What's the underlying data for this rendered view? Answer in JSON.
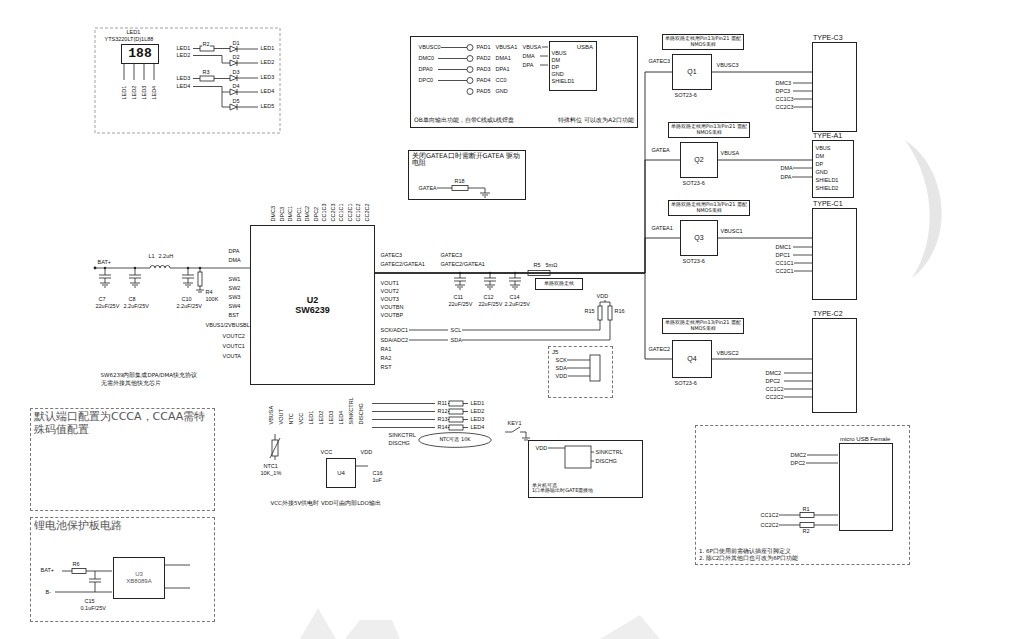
{
  "diagram": {
    "nodes": [
      {
        "text": [
          "188"
        ]
      },
      {
        "text": [
          "OB单向输出功能，自带C线或L线焊盘",
          "特殊料位 可以改为A2口功能"
        ]
      },
      {
        "text": [
          "USBA"
        ],
        "in": 1
      },
      {
        "text": [
          "关闭GATEA口时需断开GATEA 驱动电阻"
        ]
      },
      {
        "text": [
          "U2",
          "SW6239"
        ]
      },
      {
        "text": [
          "单路双路走线用Pin13/Pin21 需配NMOS采样"
        ]
      },
      {
        "text": [
          "Q1"
        ]
      },
      {
        "text": [
          "TYPE-C3"
        ]
      },
      {
        "text": [
          "单路双路走线用Pin13/Pin21 需配NMOS采样"
        ]
      },
      {
        "text": [
          "Q2"
        ]
      },
      {
        "text": [
          "TYPE-A1"
        ]
      },
      {
        "text": [
          "单路双路走线用Pin13/Pin21 需配NMOS采样"
        ]
      },
      {
        "text": [
          "Q3"
        ]
      },
      {
        "text": [
          "TYPE-C1"
        ]
      },
      {
        "text": [
          "单路双路走线用Pin13/Pin21 需配NMOS采样"
        ]
      },
      {
        "text": [
          "Q4"
        ]
      },
      {
        "text": [
          "TYPE-C2"
        ]
      },
      {
        "text": [
          "1. 6P口使用前需确认插座引脚定义",
          "2. 除C2口外其他口也可改为6P口功能"
        ]
      },
      {
        "text": [
          "micro USB Female"
        ],
        "in": 17
      },
      {
        "text": [
          "默认端口配置为CCCA，CCAA需特殊码值配置"
        ]
      },
      {
        "text": [
          "锂电池保护板电路"
        ]
      },
      {
        "text": [
          "U3",
          "XB8089A"
        ],
        "in": 20
      },
      {
        "text": [
          "U4"
        ]
      },
      {
        "text": [
          "J5"
        ]
      },
      {
        "text": [
          "单片机可选",
          "1口单路输出时GATE需接地"
        ]
      },
      {
        "text": [
          "单路双路走线"
        ]
      },
      {
        "text": [
          "NTC可选 10K"
        ]
      }
    ],
    "edges": [
      {
        "from": 4,
        "to": 6,
        "arrow": "none"
      },
      {
        "from": 4,
        "to": 9,
        "arrow": "none"
      },
      {
        "from": 4,
        "to": 12,
        "arrow": "none"
      },
      {
        "from": 4,
        "to": 15,
        "arrow": "none"
      },
      {
        "from": 6,
        "to": 7,
        "arrow": "none"
      },
      {
        "from": 9,
        "to": 10,
        "arrow": "none"
      },
      {
        "from": 12,
        "to": 13,
        "arrow": "none"
      },
      {
        "from": 15,
        "to": 16,
        "arrow": "none"
      }
    ],
    "labels": [
      "LED1",
      "YTS3220LT(D)1L88",
      "LED1",
      "LED2",
      "LED3",
      "LED4",
      "R2",
      "R3",
      "D1",
      "D2",
      "D3",
      "D4",
      "LED1",
      "LED2",
      "LED3",
      "LED4",
      "LED1",
      "LED2",
      "LED3",
      "LED4",
      "D5",
      "LED5",
      "VBUSC0",
      "DMC0",
      "DPA0",
      "DPC0",
      "PAD1",
      "PAD2",
      "PAD3",
      "PAD4",
      "PAD5",
      "VBUSA1",
      "DMA1",
      "DPA1",
      "CC0",
      "GND",
      "VBUSA",
      "DMA",
      "DPA",
      "VBUS",
      "DM",
      "DP",
      "GND",
      "SHIELD1",
      "GATEA",
      "R18",
      "DPA",
      "DMA",
      "SW1",
      "SW2",
      "SW3",
      "SW4",
      "BST",
      "VBUS1/2VBUSBL",
      "VOUTC2",
      "VOUTC1",
      "VOUTA",
      "DMC3",
      "DPC3",
      "DMC1",
      "DPC1",
      "DMC2",
      "DPC2",
      "CC1C3",
      "CC2C3",
      "CC1C1",
      "CC2C1",
      "CC1C2",
      "CC2C2",
      "GATEC3",
      "GATEC2/GATEA1",
      "VOUT1",
      "VOUT2",
      "VOUT3",
      "VOUTBN",
      "VOUTBP",
      "SCK/ADC1",
      "SDA/ADC2",
      "RA1",
      "RA2",
      "RST",
      "VBUSA",
      "VOUT",
      "NTC",
      "VCC",
      "LED1",
      "LED2",
      "LED3",
      "LED4",
      "SINKCTRL",
      "DISCHG",
      "BAT+",
      "C7",
      "22uF/25V",
      "L1",
      "2.2uH",
      "C8",
      "2.2uF/25V",
      "C10",
      "2.2uF/25V",
      "R4",
      "100K",
      "SW6239内部集成DPA/DMA快充协议",
      "无需外接其他快充芯片",
      "C11",
      "22uF/25V",
      "C12",
      "22uF/25V",
      "C14",
      "2.2uF/25V",
      "R5",
      "5mΩ",
      "GATEC3",
      "GATEC2/GATEA1",
      "SCL",
      "SDA",
      "VDD",
      "R15",
      "R16",
      "SOT23-6",
      "SOT23-6",
      "SOT23-6",
      "SOT23-6",
      "GATEC3",
      "GATEA",
      "GATEA1",
      "GATEC2",
      "VBUSC3",
      "VBUSA",
      "VBUSC1",
      "VBUSC2",
      "DMC3",
      "DPC3",
      "CC1C3",
      "CC2C3",
      "DMA",
      "DPA",
      "VBUS",
      "DM",
      "DP",
      "GND",
      "SHIELD1",
      "SHIELD2",
      "DMC1",
      "DPC1",
      "CC1C1",
      "CC2C1",
      "DMC2",
      "DPC2",
      "CC1C2",
      "CC2C2",
      "DMC2",
      "DPC2",
      "CC1C2",
      "CC2C2",
      "R1",
      "R2",
      "BAT+",
      "B-",
      "R6",
      "C15",
      "0.1uF/25V",
      "NTC1",
      "10K_1%",
      "VCC",
      "VDD",
      "C16",
      "1uF",
      "VCC外接5V供电时 VDD可由内部LDO输出",
      "R11",
      "R12",
      "R13",
      "R14",
      "LED1",
      "LED2",
      "LED3",
      "LED4",
      "SINKCTRL",
      "DISCHG",
      "KEY1",
      "SCK",
      "SDA",
      "VDD",
      "VDD",
      "SINKCTRL",
      "DISCHG"
    ]
  }
}
